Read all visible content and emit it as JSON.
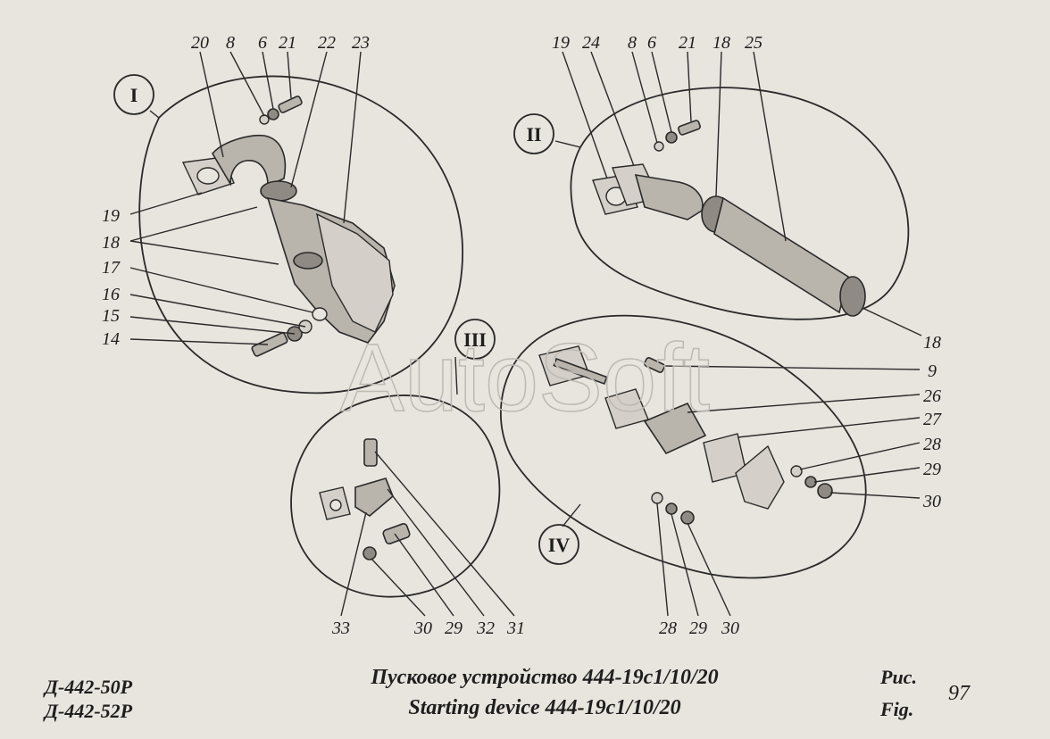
{
  "header": {
    "model_1": "Д-442-50Р",
    "model_2": "Д-442-52Р",
    "title_ru": "Пусковое устройство 444-19с1/10/20",
    "title_en": "Starting device 444-19с1/10/20",
    "fig_label_ru": "Рис.",
    "fig_label_en": "Fig.",
    "fig_number": "97"
  },
  "watermark": "AutoSoft",
  "views": [
    {
      "id": "I",
      "label": "I"
    },
    {
      "id": "II",
      "label": "II"
    },
    {
      "id": "III",
      "label": "III"
    },
    {
      "id": "IV",
      "label": "IV"
    }
  ],
  "callouts": [
    {
      "id": "c1",
      "text": "20"
    },
    {
      "id": "c2",
      "text": "8"
    },
    {
      "id": "c3",
      "text": "6"
    },
    {
      "id": "c4",
      "text": "21"
    },
    {
      "id": "c5",
      "text": "22"
    },
    {
      "id": "c6",
      "text": "23"
    },
    {
      "id": "c7",
      "text": "19"
    },
    {
      "id": "c8",
      "text": "18"
    },
    {
      "id": "c9",
      "text": "17"
    },
    {
      "id": "c10",
      "text": "16"
    },
    {
      "id": "c11",
      "text": "15"
    },
    {
      "id": "c12",
      "text": "14"
    },
    {
      "id": "c13",
      "text": "19"
    },
    {
      "id": "c14",
      "text": "24"
    },
    {
      "id": "c15",
      "text": "8"
    },
    {
      "id": "c16",
      "text": "6"
    },
    {
      "id": "c17",
      "text": "21"
    },
    {
      "id": "c18",
      "text": "18"
    },
    {
      "id": "c19",
      "text": "25"
    },
    {
      "id": "c20",
      "text": "18"
    },
    {
      "id": "c21",
      "text": "9"
    },
    {
      "id": "c22",
      "text": "26"
    },
    {
      "id": "c23",
      "text": "27"
    },
    {
      "id": "c24",
      "text": "28"
    },
    {
      "id": "c25",
      "text": "29"
    },
    {
      "id": "c26",
      "text": "30"
    },
    {
      "id": "c27",
      "text": "28"
    },
    {
      "id": "c28",
      "text": "29"
    },
    {
      "id": "c29",
      "text": "30"
    },
    {
      "id": "c30",
      "text": "33"
    },
    {
      "id": "c31",
      "text": "30"
    },
    {
      "id": "c32",
      "text": "29"
    },
    {
      "id": "c33",
      "text": "32"
    },
    {
      "id": "c34",
      "text": "31"
    }
  ]
}
